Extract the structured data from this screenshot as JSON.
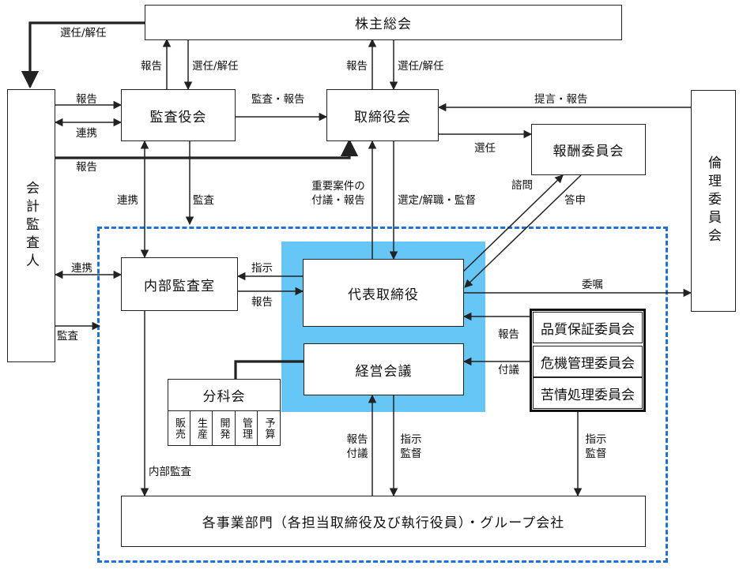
{
  "nodes": {
    "shareholders": "株主総会",
    "audit_board": "監査役会",
    "board": "取締役会",
    "remuneration_committee": "報酬委員会",
    "accounting_auditor": "会計監査人",
    "ethics_committee": "倫理委員会",
    "internal_audit": "内部監査室",
    "representative_director": "代表取締役",
    "management_meeting": "経営会議",
    "subcommittee": "分科会",
    "subcommittee_units": [
      "販売",
      "生産",
      "開発",
      "管理",
      "予算"
    ],
    "committees": [
      "品質保証委員会",
      "危機管理委員会",
      "苦情処理委員会"
    ],
    "business_units": "各事業部門（各担当取締役及び執行役員）・グループ会社"
  },
  "edge_labels": {
    "elect_dismiss_auditor": "選任/解任",
    "report_ab_sh": "報告",
    "elect_dismiss_ab": "選任/解任",
    "report_board_sh": "報告",
    "elect_dismiss_board": "選任/解任",
    "report_aa_ab": "報告",
    "link_aa_ab": "連携",
    "audit_report_ab_board": "監査・報告",
    "proposal_report": "提言・報告",
    "elect_remuneration": "選任",
    "report_aa_board": "報告",
    "link_ab_ia": "連携",
    "audit_ab": "監査",
    "important_matters": "重要案件の\n付議・報告",
    "appoint_supervise": "選定/解職・監督",
    "inquiry": "諮問",
    "reply": "答申",
    "link_aa_ia": "連携",
    "instruct_ia": "指示",
    "report_ia": "報告",
    "entrust": "委嘱",
    "audit_aa": "監査",
    "report_committees": "報告",
    "submit_committees": "付議",
    "internal_audit_label": "内部監査",
    "report_submit_bu": "報告\n付議",
    "instruct_supervise_mm": "指示\n監督",
    "instruct_supervise_cm": "指示\n監督"
  },
  "colors": {
    "highlight": "#66c6f6",
    "dashed_border": "#1e6fe0",
    "line": "#222222"
  }
}
